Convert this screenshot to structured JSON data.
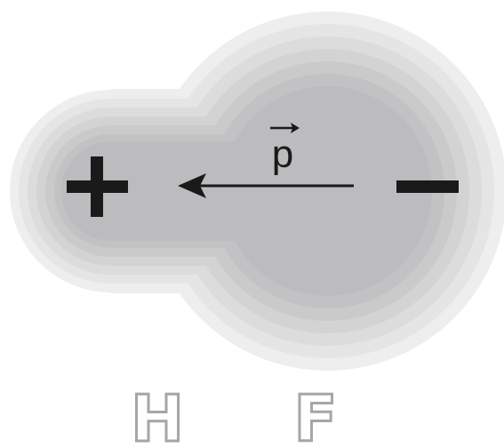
{
  "diagram": {
    "title": "",
    "dipole_symbol": "p",
    "positive_sign": "+",
    "negative_sign": "−",
    "atoms": [
      "H",
      "F"
    ],
    "colors": {
      "cloud_shells": [
        "#eeeeee",
        "#e5e5e6",
        "#dcdcdd",
        "#d3d3d4",
        "#cacacb",
        "#c2c2c4",
        "#bcbcbe"
      ],
      "ink": "#1a1a1a",
      "label_fill": "#ffffff",
      "label_stroke": "#a6a6a6"
    }
  }
}
